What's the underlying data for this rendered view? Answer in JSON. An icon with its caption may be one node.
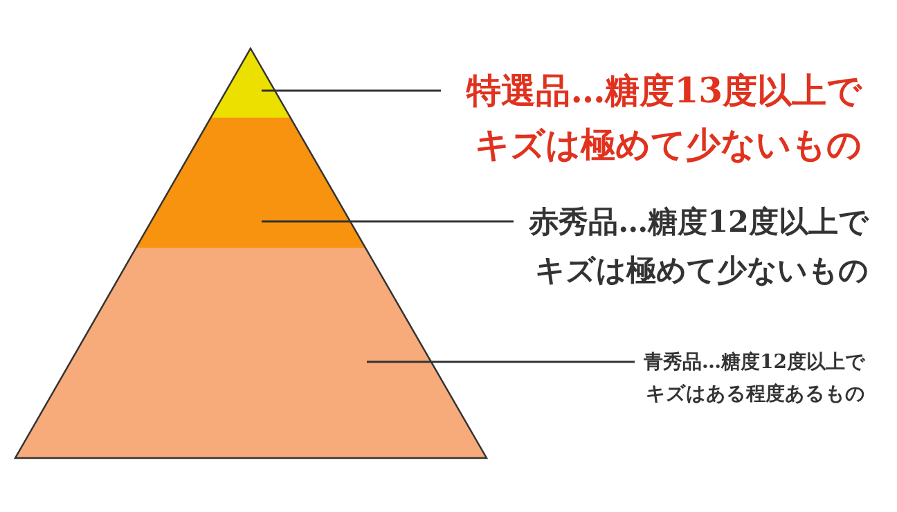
{
  "diagram": {
    "nodes": [
      {
        "text": [],
        "shape": "triangle"
      },
      {
        "text": [],
        "shape": "band"
      },
      {
        "text": [],
        "shape": "band"
      },
      {
        "text": [
          "特選品…糖度13度以上でキズは極めて少ないもの"
        ]
      },
      {
        "text": [
          "赤秀品…糖度12度以上でキズは極めて少ないもの"
        ]
      },
      {
        "text": [
          "青秀品…糖度12度以上でキズはある程度あるもの"
        ]
      }
    ],
    "edges": [
      {
        "from": 3,
        "to": 0,
        "arrow": "none"
      },
      {
        "from": 4,
        "to": 1,
        "arrow": "none"
      },
      {
        "from": 5,
        "to": 2,
        "arrow": "none"
      }
    ]
  }
}
